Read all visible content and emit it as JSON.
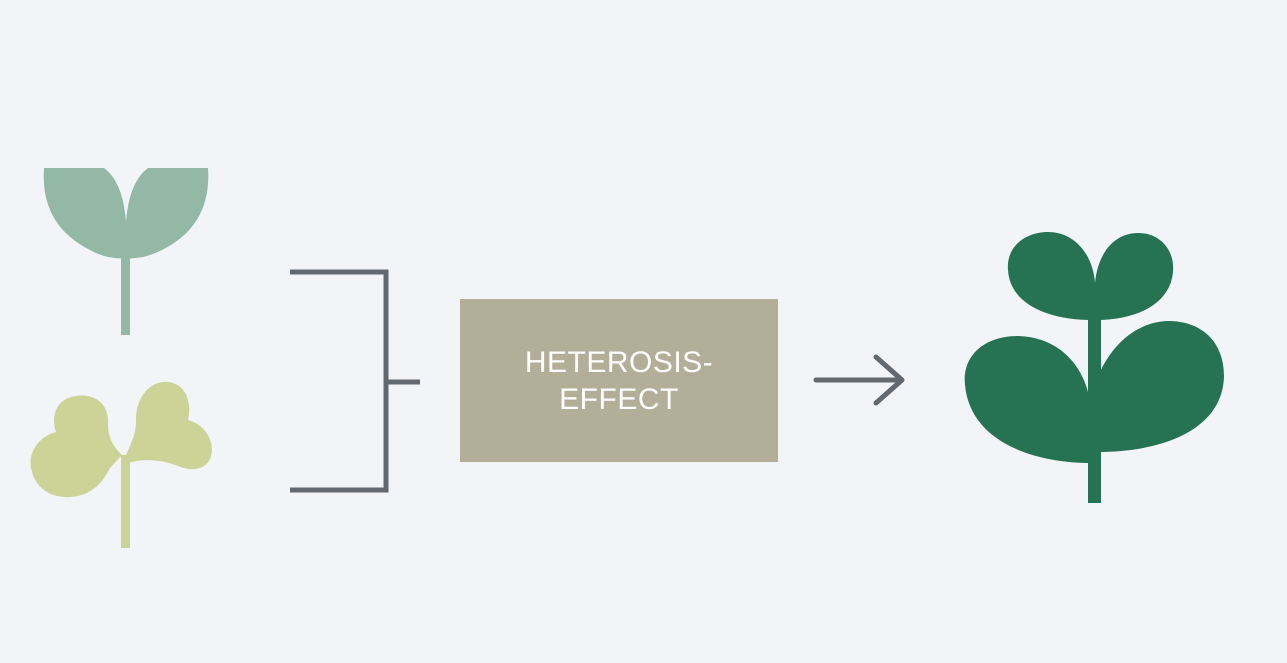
{
  "diagram": {
    "center_box": {
      "line1": "HETEROSIS-",
      "line2": "EFFECT"
    },
    "colors": {
      "background": "#f2f4f7",
      "parent_plant_top": "#93b9a6",
      "parent_plant_bottom": "#cbd397",
      "hybrid_plant": "#267353",
      "connector": "#62686d",
      "box_fill": "#b3ae98",
      "box_text": "#ffffff"
    },
    "icons": {
      "parent_top": "sprout-icon",
      "parent_bottom": "clover-sprout-icon",
      "bracket": "bracket-connector",
      "arrow": "arrow-right-icon",
      "result": "large-plant-icon"
    }
  }
}
